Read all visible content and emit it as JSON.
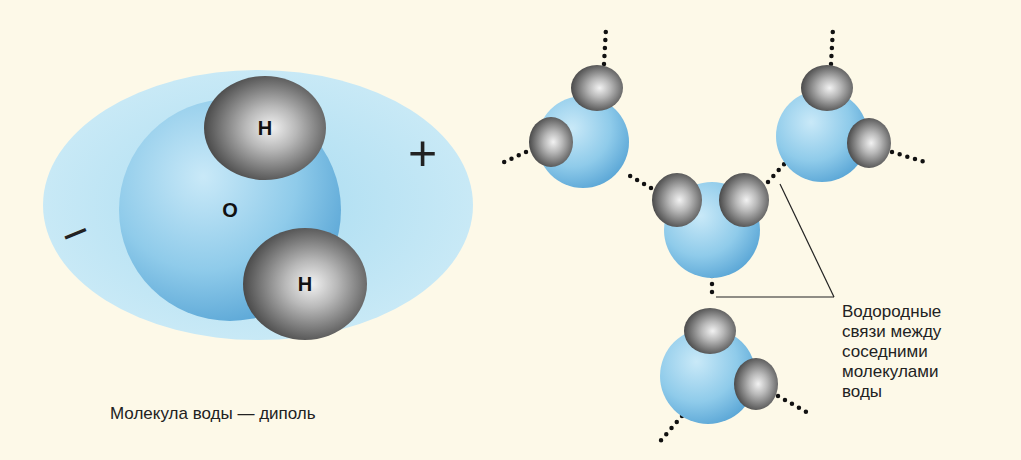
{
  "diagram": {
    "nodes": [
      {
        "text": [
          "H"
        ]
      },
      {
        "text": [
          "O"
        ]
      },
      {
        "text": [
          "H"
        ]
      }
    ],
    "labels": [
      "−",
      "+",
      "Молекула воды — диполь",
      "Водородные связи между соседними молекулами воды"
    ]
  }
}
